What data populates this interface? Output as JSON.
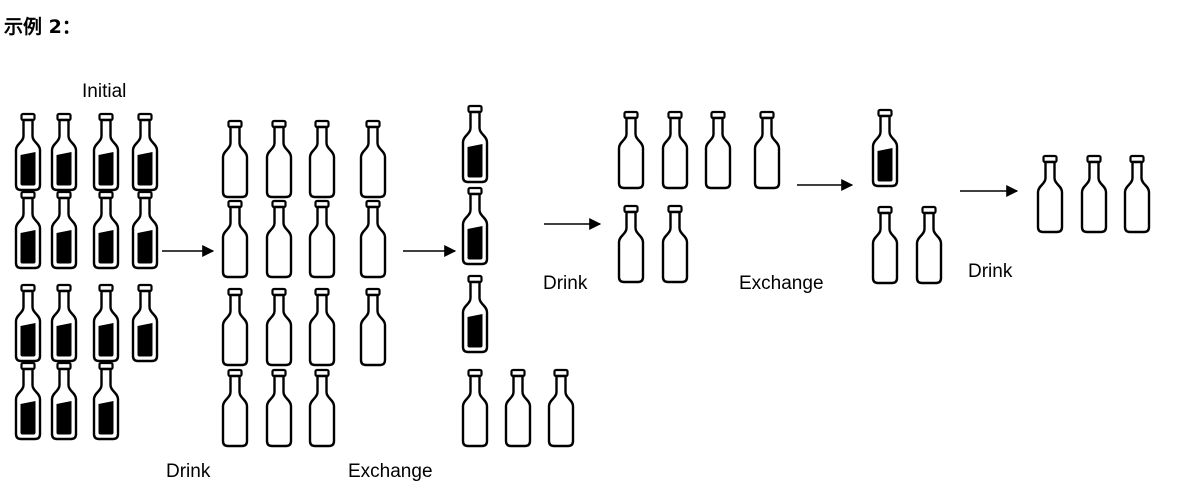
{
  "heading": "示例 2：",
  "labels": {
    "initial": "Initial",
    "drink_1": "Drink",
    "exchange_1": "Exchange",
    "drink_2": "Drink",
    "exchange_2": "Exchange",
    "drink_3": "Drink"
  },
  "stages": [
    {
      "full": 15,
      "empty": 0
    },
    {
      "full": 0,
      "empty": 15
    },
    {
      "full": 3,
      "empty": 3
    },
    {
      "full": 0,
      "empty": 6
    },
    {
      "full": 1,
      "empty": 2
    },
    {
      "full": 0,
      "empty": 3
    }
  ],
  "icons": {
    "bottle": "milk-bottle-icon",
    "arrow": "arrow-right-icon"
  },
  "colors": {
    "stroke": "#000000",
    "fill_full": "#000000",
    "fill_empty": "#ffffff"
  }
}
